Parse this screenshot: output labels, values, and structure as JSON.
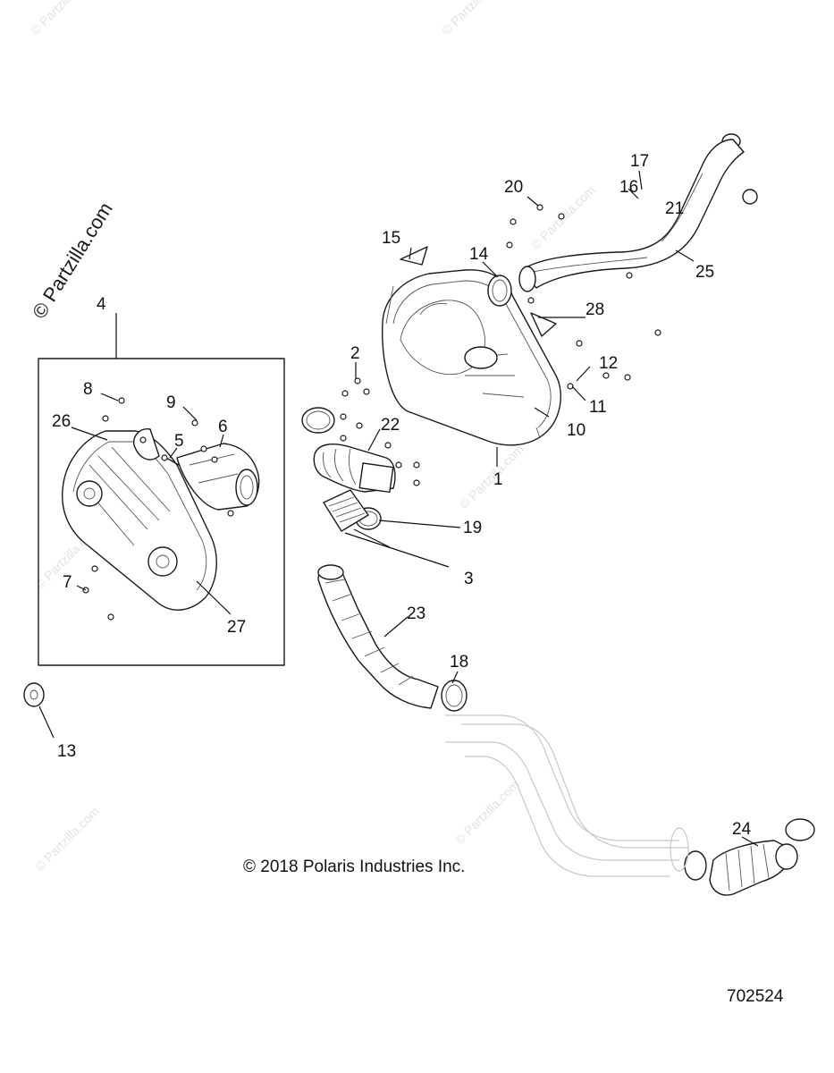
{
  "watermark": {
    "site_text": "© Partzilla.com",
    "repeat_text": "© Partzilla.com"
  },
  "copyright": "© 2018 Polaris Industries Inc.",
  "diagram_number": "702524",
  "callouts": [
    "1",
    "2",
    "3",
    "4",
    "5",
    "6",
    "7",
    "8",
    "9",
    "10",
    "11",
    "12",
    "13",
    "14",
    "15",
    "16",
    "17",
    "18",
    "19",
    "20",
    "21",
    "22",
    "23",
    "24",
    "25",
    "26",
    "27",
    "28"
  ]
}
